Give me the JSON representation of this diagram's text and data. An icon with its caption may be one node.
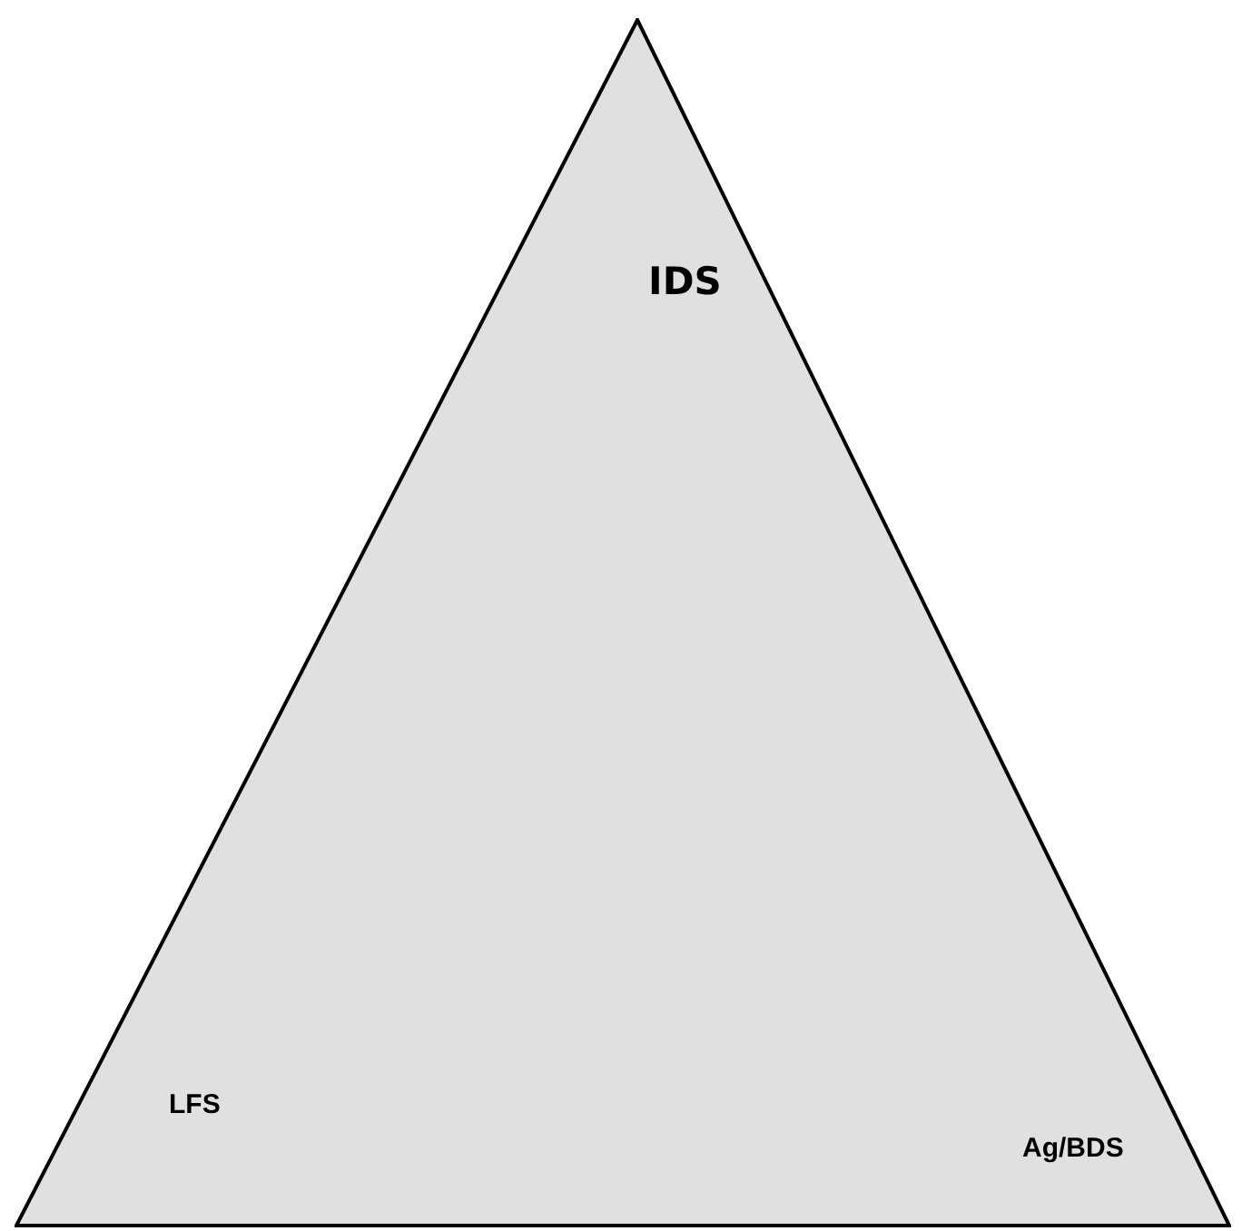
{
  "diagram": {
    "nodes": [
      {
        "text": [
          "IDS",
          "LFS",
          "Ag/BDS"
        ]
      }
    ]
  }
}
